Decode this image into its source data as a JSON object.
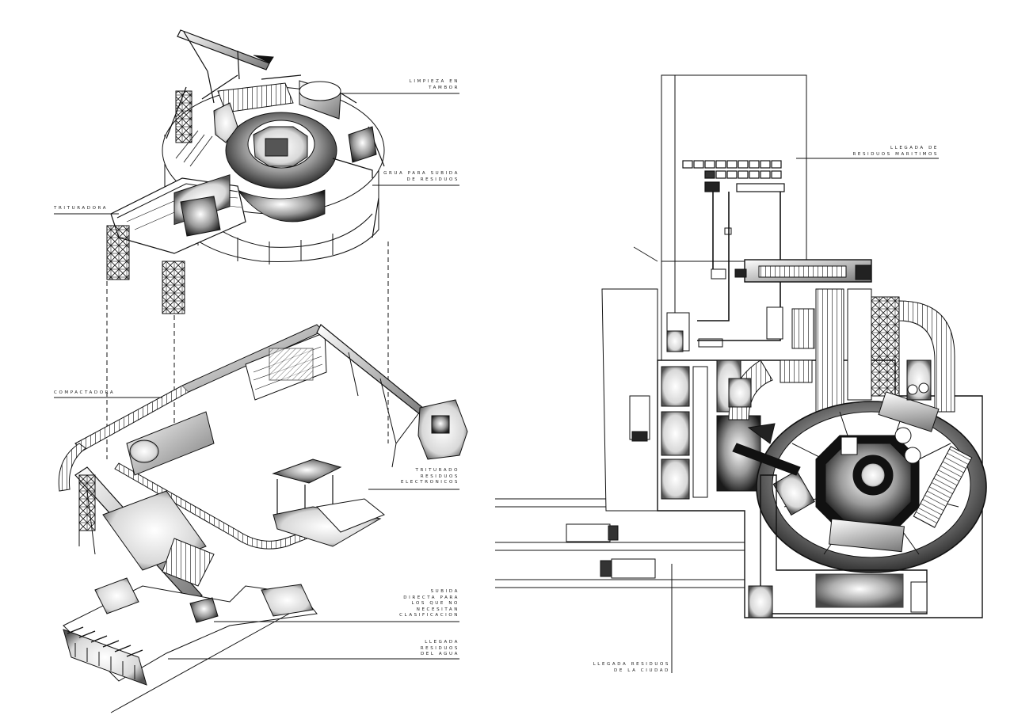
{
  "labels": {
    "limpieza": [
      "LIMPIEZA EN",
      "TAMBOR"
    ],
    "grua": [
      "GRUA PARA SUBIDA",
      "DE RESIDUOS"
    ],
    "trituradora": [
      "TRITURADORA"
    ],
    "compactadora": [
      "COMPACTADORA"
    ],
    "triturado": [
      "TRITURADO",
      "RESIDUOS",
      "ELECTRONICOS"
    ],
    "subida": [
      "SUBIDA",
      "DIRECTA PARA",
      "LOS QUE NO",
      "NECESITAN",
      "CLASIFICACION"
    ],
    "agua": [
      "LLEGADA",
      "RESIDUOS",
      "DEL AGUA"
    ],
    "maritimos": [
      "LLEGADA DE",
      "RESIDUOS MARITIMOS"
    ],
    "ciudad": [
      "LLEGADA RESIDUOS",
      "DE LA CIUDAD"
    ]
  },
  "colors": {
    "ink": "#111111",
    "paper": "#ffffff",
    "shade": "#8a8a8a"
  }
}
